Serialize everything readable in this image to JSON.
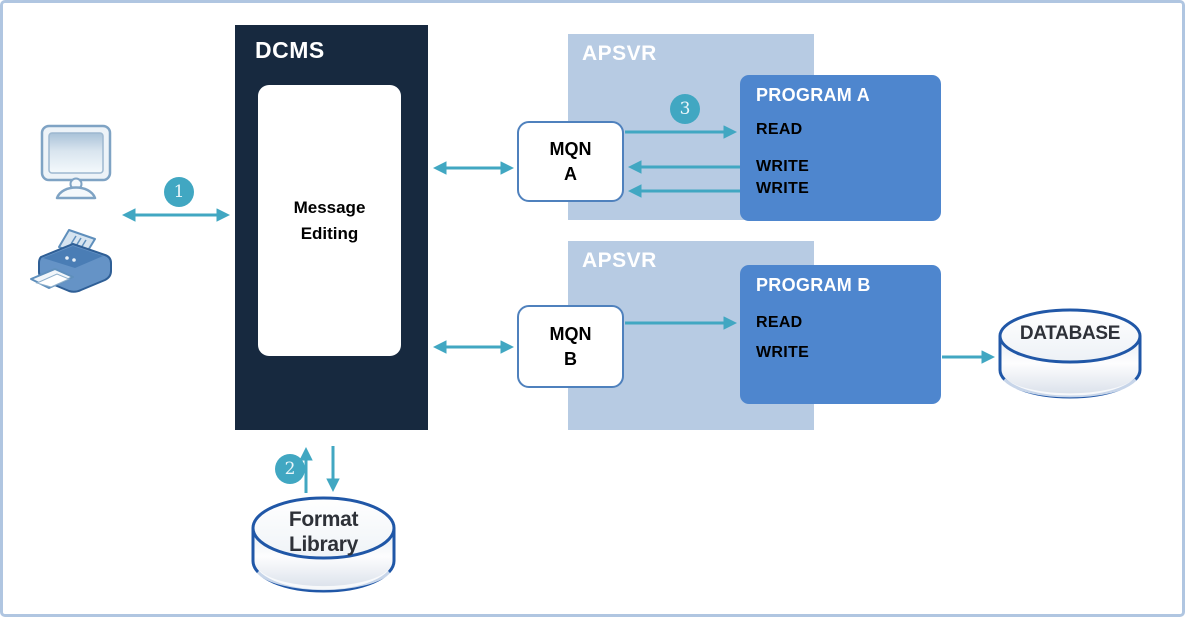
{
  "colors": {
    "teal": "#41A7C2",
    "navy": "#17293F",
    "apsvr_bg": "#B7CBE3",
    "program_blue": "#4E86CE",
    "mqn_border": "#4F81BD",
    "cylinder_border": "#2057A7",
    "frame_border": "#B0C6E1"
  },
  "icons": {
    "client_terminal": "monitor-icon",
    "client_printer": "printer-icon"
  },
  "nodes": {
    "dcms": {
      "title": "DCMS",
      "module": "Message\nEditing"
    },
    "apsvr_a": {
      "title": "APSVR"
    },
    "apsvr_b": {
      "title": "APSVR"
    },
    "mqn_a": {
      "label": "MQN\nA"
    },
    "mqn_b": {
      "label": "MQN\nB"
    },
    "program_a": {
      "title": "PROGRAM A",
      "ops": [
        "READ",
        "WRITE",
        "WRITE"
      ]
    },
    "program_b": {
      "title": "PROGRAM B",
      "ops": [
        "READ",
        "WRITE"
      ]
    },
    "database": {
      "label": "DATABASE"
    },
    "format_library": {
      "label": "Format\nLibrary"
    }
  },
  "steps": {
    "step1": "1",
    "step2": "2",
    "step3": "3"
  }
}
